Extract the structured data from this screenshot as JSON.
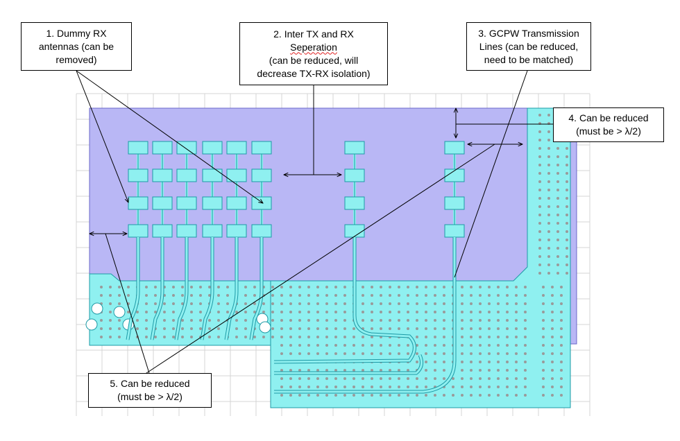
{
  "colors": {
    "substrate": "#b9b7f5",
    "substrate_edge": "#6a67c9",
    "copper": "#8ff0f0",
    "copper_edge": "#1d9aa6",
    "via_fill": "#9a9a9a",
    "grid": "#d4d4d4"
  },
  "callouts": {
    "c1": {
      "lines": [
        "1. Dummy RX",
        "antennas (can be",
        "removed)"
      ]
    },
    "c2": {
      "lines": [
        "2. Inter TX and RX",
        "Seperation",
        "(can be reduced, will",
        "decrease TX-RX isolation)"
      ]
    },
    "c3": {
      "lines": [
        "3. GCPW Transmission",
        "Lines (can be reduced,",
        "need to be matched)"
      ]
    },
    "c4": {
      "lines": [
        "4. Can be reduced",
        "(must be > λ/2)"
      ]
    },
    "c5": {
      "lines": [
        "5. Can be reduced",
        "(must be > λ/2)"
      ]
    }
  }
}
